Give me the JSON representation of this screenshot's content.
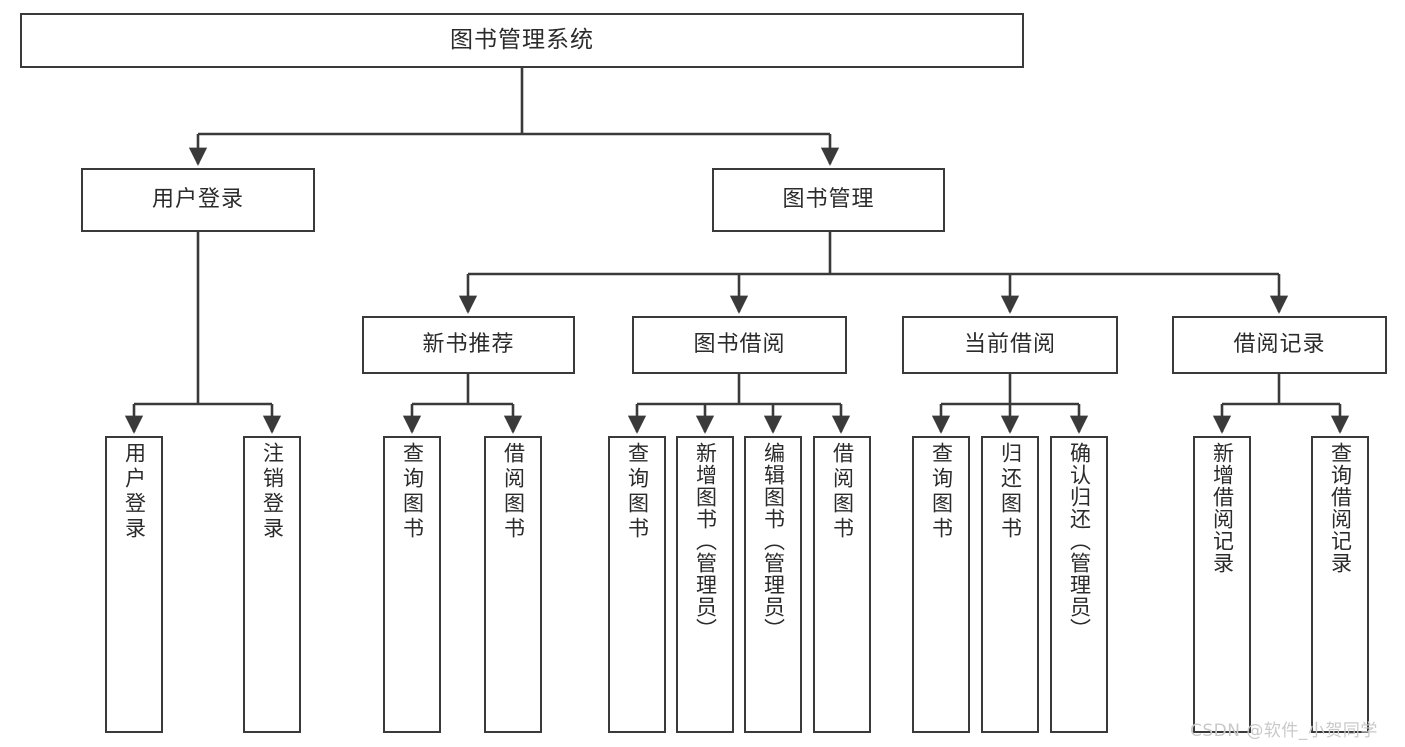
{
  "diagram": {
    "type": "tree",
    "title": "图书管理系统",
    "watermark": "CSDN @软件_小贺同学",
    "colors": {
      "stroke": "#3a3a3a",
      "fill": "#ffffff",
      "text": "#2b2b2b",
      "watermark": "#c9c9c9"
    },
    "levels": {
      "root": {
        "label": "图书管理系统"
      },
      "level2": [
        {
          "label": "用户登录"
        },
        {
          "label": "图书管理"
        }
      ],
      "level3": [
        {
          "label": "新书推荐"
        },
        {
          "label": "图书借阅"
        },
        {
          "label": "当前借阅"
        },
        {
          "label": "借阅记录"
        }
      ],
      "leaves": [
        {
          "label": "用户登录",
          "parent": "用户登录"
        },
        {
          "label": "注销登录",
          "parent": "用户登录"
        },
        {
          "label": "查询图书",
          "parent": "新书推荐"
        },
        {
          "label": "借阅图书",
          "parent": "新书推荐"
        },
        {
          "label": "查询图书",
          "parent": "图书借阅"
        },
        {
          "label": "新增图书（管理员）",
          "parent": "图书借阅"
        },
        {
          "label": "编辑图书（管理员）",
          "parent": "图书借阅"
        },
        {
          "label": "借阅图书",
          "parent": "图书借阅"
        },
        {
          "label": "查询图书",
          "parent": "当前借阅"
        },
        {
          "label": "归还图书",
          "parent": "当前借阅"
        },
        {
          "label": "确认归还（管理员）",
          "parent": "当前借阅"
        },
        {
          "label": "新增借阅记录",
          "parent": "借阅记录"
        },
        {
          "label": "查询借阅记录",
          "parent": "借阅记录"
        }
      ]
    }
  }
}
